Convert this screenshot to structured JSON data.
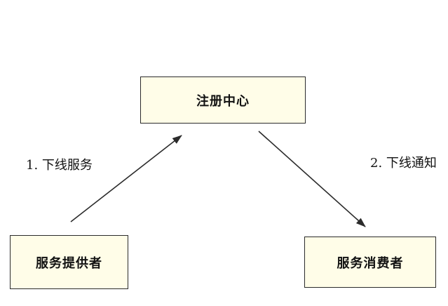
{
  "colors": {
    "node_fill": "#fffde8",
    "node_border": "#2b2b2b",
    "arrow": "#2b2b2b"
  },
  "nodes": {
    "registry": {
      "label": "注册中心"
    },
    "provider": {
      "label": "服务提供者"
    },
    "consumer": {
      "label": "服务消费者"
    }
  },
  "edges": [
    {
      "from": "provider",
      "to": "registry",
      "label": "1. 下线服务"
    },
    {
      "from": "registry",
      "to": "consumer",
      "label": "2. 下线通知"
    }
  ]
}
